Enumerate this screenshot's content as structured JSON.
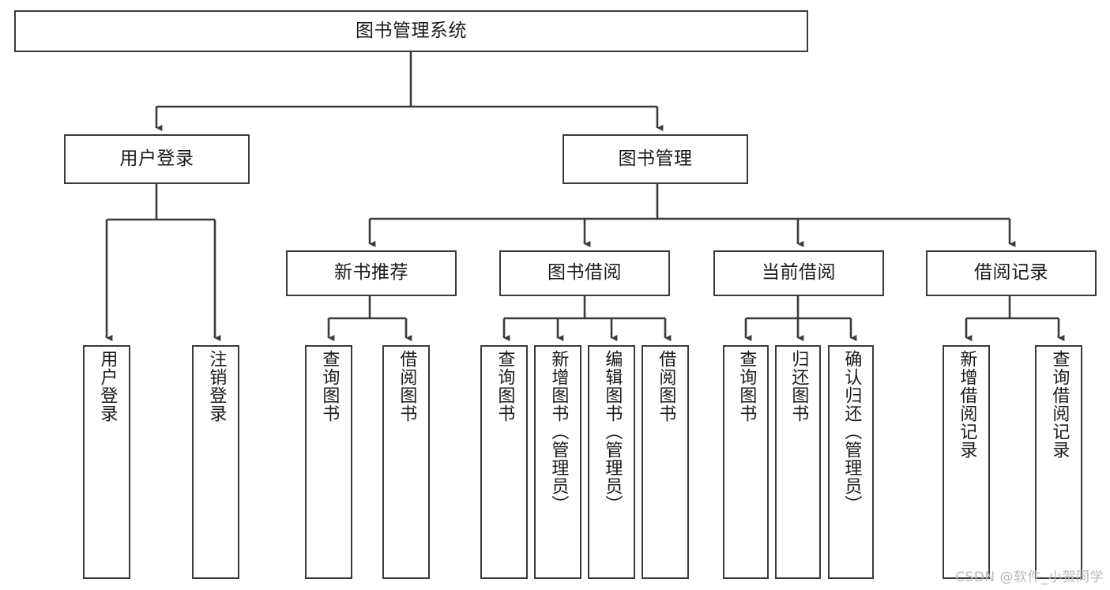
{
  "diagram": {
    "type": "tree-hierarchy",
    "title": "图书管理系统",
    "root": {
      "id": "root",
      "label": "图书管理系统"
    },
    "level2": [
      {
        "id": "user-login",
        "label": "用户登录"
      },
      {
        "id": "book-management",
        "label": "图书管理"
      }
    ],
    "level3": [
      {
        "id": "new-book-recommend",
        "label": "新书推荐"
      },
      {
        "id": "book-borrow",
        "label": "图书借阅"
      },
      {
        "id": "current-borrow",
        "label": "当前借阅"
      },
      {
        "id": "borrow-record",
        "label": "借阅记录"
      }
    ],
    "leaves": [
      {
        "id": "leaf-user-login",
        "label": "用户登录",
        "parent": "user-login"
      },
      {
        "id": "leaf-user-logout",
        "label": "注销登录",
        "parent": "user-login"
      },
      {
        "id": "leaf-query-book-1",
        "label": "查询图书",
        "parent": "new-book-recommend"
      },
      {
        "id": "leaf-borrow-book-1",
        "label": "借阅图书",
        "parent": "new-book-recommend"
      },
      {
        "id": "leaf-query-book-2",
        "label": "查询图书",
        "parent": "book-borrow"
      },
      {
        "id": "leaf-add-book",
        "label": "新增图书（管理员）",
        "parent": "book-borrow"
      },
      {
        "id": "leaf-edit-book",
        "label": "编辑图书（管理员）",
        "parent": "book-borrow"
      },
      {
        "id": "leaf-borrow-book-2",
        "label": "借阅图书",
        "parent": "book-borrow"
      },
      {
        "id": "leaf-query-book-3",
        "label": "查询图书",
        "parent": "current-borrow"
      },
      {
        "id": "leaf-return-book",
        "label": "归还图书",
        "parent": "current-borrow"
      },
      {
        "id": "leaf-confirm-return",
        "label": "确认归还（管理员）",
        "parent": "current-borrow"
      },
      {
        "id": "leaf-add-record",
        "label": "新增借阅记录",
        "parent": "borrow-record"
      },
      {
        "id": "leaf-query-record",
        "label": "查询借阅记录",
        "parent": "borrow-record"
      }
    ],
    "colors": {
      "box_border": "#3a3a3a",
      "box_fill": "#ffffff",
      "edge": "#3a3a3a",
      "text": "#1a1a1a",
      "watermark": "#b9b9b9"
    }
  },
  "watermark": {
    "text": "CSDN @软件_小贺同学"
  }
}
